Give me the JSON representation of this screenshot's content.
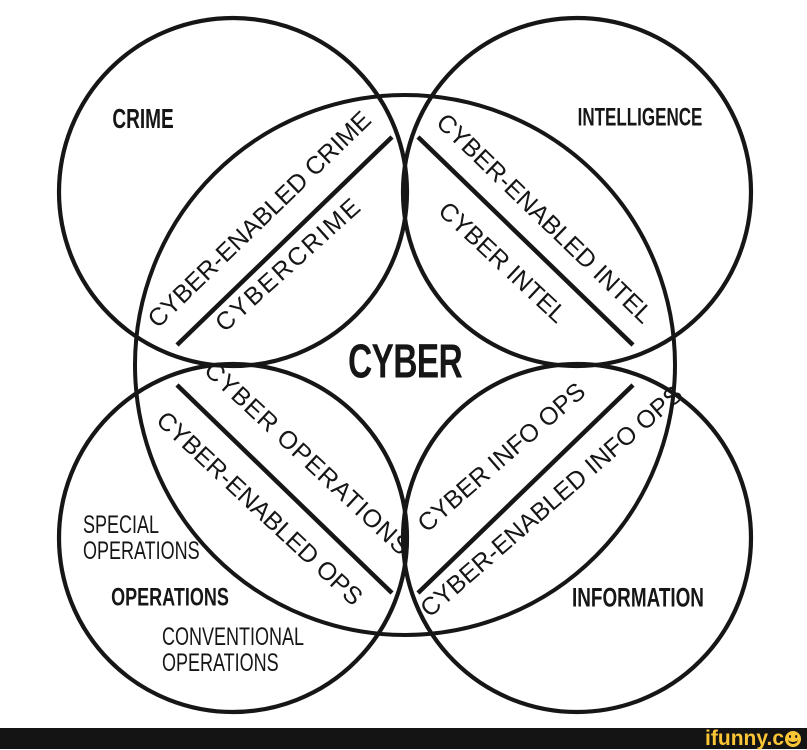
{
  "diagram": {
    "center_label": "CYBER",
    "colors": {
      "background": "#ffffff",
      "stroke": "#161616",
      "text": "#161616"
    },
    "circle_labels": {
      "crime": "CRIME",
      "intelligence": "INTELLIGENCE",
      "operations": "OPERATIONS",
      "information": "INFORMATION"
    },
    "overlap_labels": {
      "cyber_enabled_crime": "CYBER-ENABLED CRIME",
      "cybercrime": "CYBERCRIME",
      "cyber_enabled_intel": "CYBER-ENABLED INTEL",
      "cyber_intel": "CYBER INTEL",
      "cyber_operations": "CYBER OPERATIONS",
      "cyber_enabled_ops": "CYBER-ENABLED OPS",
      "cyber_info_ops": "CYBER INFO OPS",
      "cyber_enabled_info_ops": "CYBER-ENABLED INFO OPS"
    },
    "sub_labels": {
      "special_line1": "SPECIAL",
      "special_line2": "OPERATIONS",
      "conventional_line1": "CONVENTIONAL",
      "conventional_line2": "OPERATIONS"
    }
  },
  "footer": {
    "watermark_text": "ifunny.c",
    "watermark_color": "#fbc536",
    "bar_color": "#141414",
    "smiley_icon": "smiley-face"
  }
}
